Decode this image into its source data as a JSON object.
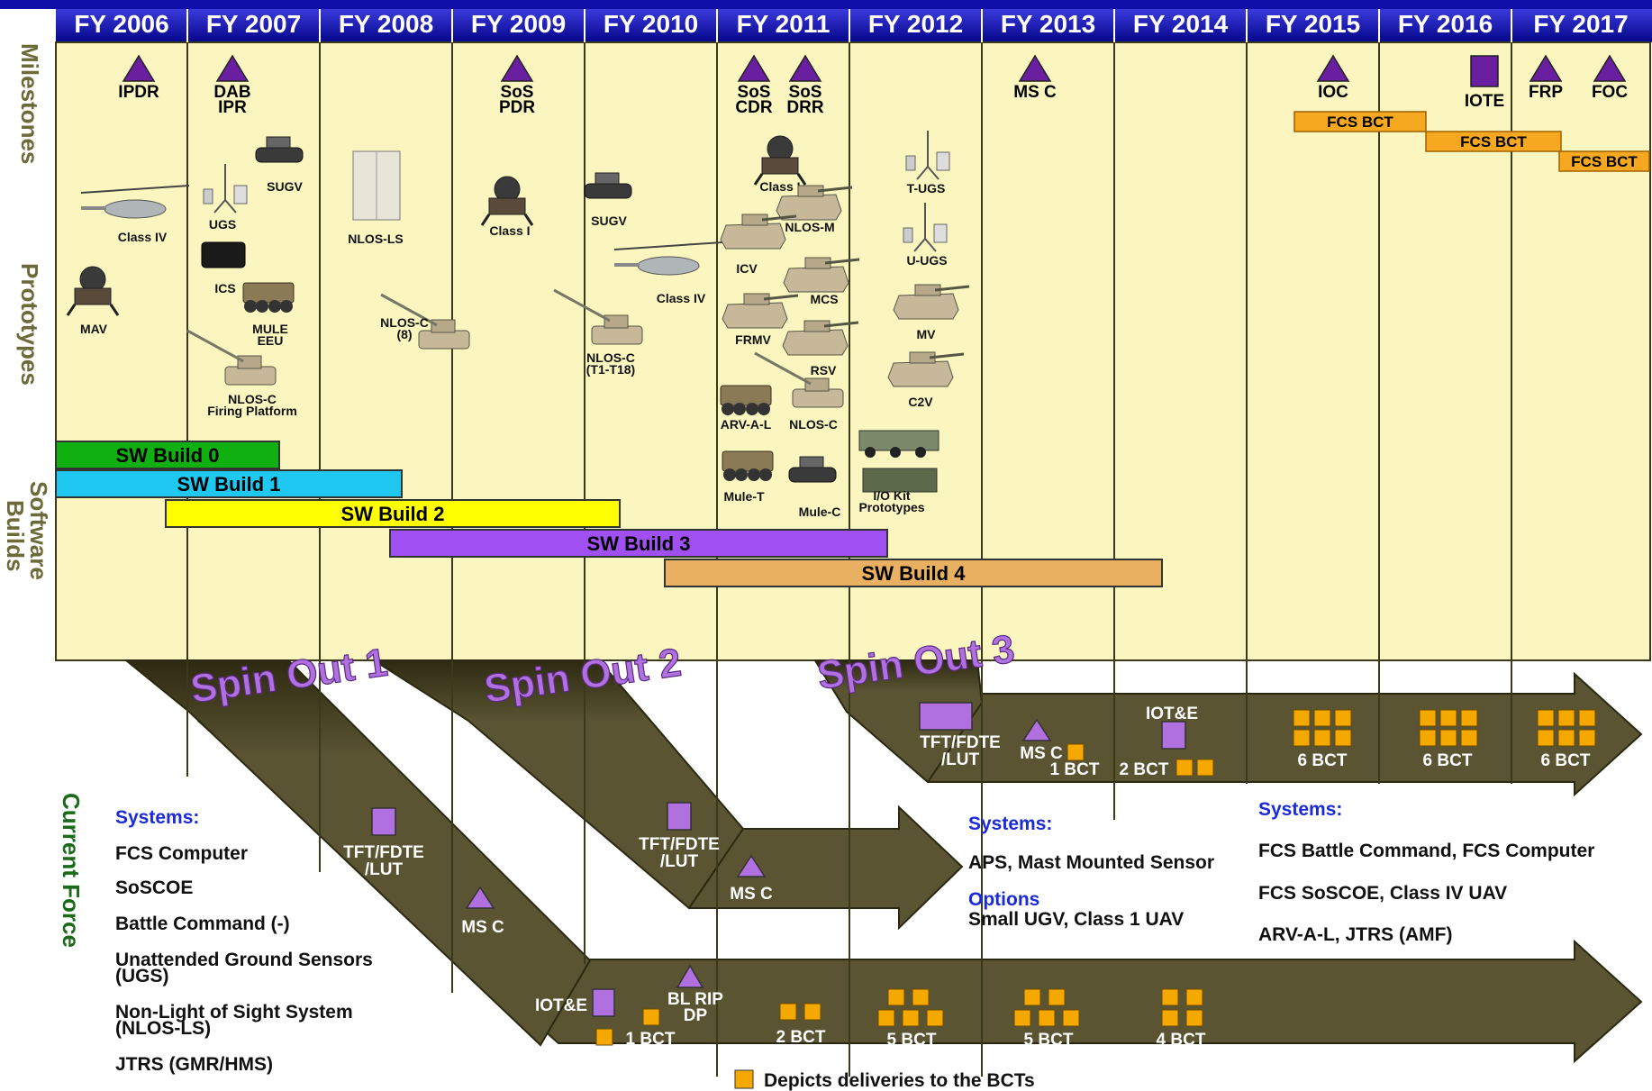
{
  "years": [
    "FY 2006",
    "FY 2007",
    "FY 2008",
    "FY 2009",
    "FY 2010",
    "FY 2011",
    "FY 2012",
    "FY 2013",
    "FY 2014",
    "FY 2015",
    "FY 2016",
    "FY 2017"
  ],
  "row_labels": {
    "milestones": "Milestones",
    "prototypes": "Prototypes",
    "software": "Software",
    "builds": "Builds",
    "current_force": "Current Force"
  },
  "milestones": [
    {
      "line1": "IPDR",
      "line2": "",
      "shape": "triangle"
    },
    {
      "line1": "DAB",
      "line2": "IPR",
      "shape": "triangle"
    },
    {
      "line1": "SoS",
      "line2": "PDR",
      "shape": "triangle"
    },
    {
      "line1": "SoS",
      "line2": "CDR",
      "shape": "triangle"
    },
    {
      "line1": "SoS",
      "line2": "DRR",
      "shape": "triangle"
    },
    {
      "line1": "MS C",
      "line2": "",
      "shape": "triangle"
    },
    {
      "line1": "IOC",
      "line2": "",
      "shape": "triangle"
    },
    {
      "line1": "IOTE",
      "line2": "",
      "shape": "square"
    },
    {
      "line1": "FRP",
      "line2": "",
      "shape": "triangle"
    },
    {
      "line1": "FOC",
      "line2": "",
      "shape": "triangle"
    }
  ],
  "fcs_bct_bars": [
    "FCS BCT",
    "FCS BCT",
    "FCS BCT"
  ],
  "prototypes": [
    {
      "line1": "Class IV",
      "line2": ""
    },
    {
      "line1": "MAV",
      "line2": ""
    },
    {
      "line1": "UGS",
      "line2": ""
    },
    {
      "line1": "SUGV",
      "line2": ""
    },
    {
      "line1": "ICS",
      "line2": ""
    },
    {
      "line1": "MULE",
      "line2": "EEU"
    },
    {
      "line1": "NLOS-C",
      "line2": "Firing Platform"
    },
    {
      "line1": "NLOS-LS",
      "line2": ""
    },
    {
      "line1": "NLOS-C",
      "line2": "(8)"
    },
    {
      "line1": "Class I",
      "line2": ""
    },
    {
      "line1": "SUGV",
      "line2": ""
    },
    {
      "line1": "Class IV",
      "line2": ""
    },
    {
      "line1": "NLOS-C",
      "line2": "(T1-T18)"
    },
    {
      "line1": "Class I",
      "line2": ""
    },
    {
      "line1": "NLOS-M",
      "line2": ""
    },
    {
      "line1": "ICV",
      "line2": ""
    },
    {
      "line1": "MCS",
      "line2": ""
    },
    {
      "line1": "FRMV",
      "line2": ""
    },
    {
      "line1": "RSV",
      "line2": ""
    },
    {
      "line1": "ARV-A-L",
      "line2": ""
    },
    {
      "line1": "NLOS-C",
      "line2": ""
    },
    {
      "line1": "Mule-T",
      "line2": ""
    },
    {
      "line1": "Mule-C",
      "line2": ""
    },
    {
      "line1": "T-UGS",
      "line2": ""
    },
    {
      "line1": "U-UGS",
      "line2": ""
    },
    {
      "line1": "MV",
      "line2": ""
    },
    {
      "line1": "C2V",
      "line2": ""
    },
    {
      "line1": "I/O Kit",
      "line2": "Prototypes"
    }
  ],
  "software_builds": [
    {
      "label": "SW Build 0",
      "color": "#0fb00f"
    },
    {
      "label": "SW Build 1",
      "color": "#1ec8f0"
    },
    {
      "label": "SW Build 2",
      "color": "#ffff00"
    },
    {
      "label": "SW Build 3",
      "color": "#a050f0"
    },
    {
      "label": "SW Build 4",
      "color": "#e8b060"
    }
  ],
  "spin_outs": [
    "Spin Out 1",
    "Spin Out 2",
    "Spin Out 3"
  ],
  "spinout_labels": {
    "so1_tft1": "TFT/FDTE",
    "so1_tft2": "/LUT",
    "so1_msc": "MS C",
    "so1_iote": "IOT&E",
    "so1_blrip1": "BL RIP",
    "so1_blrip2": "DP",
    "so2_tft1": "TFT/FDTE",
    "so2_tft2": "/LUT",
    "so2_msc": "MS C",
    "so3_tft1": "TFT/FDTE",
    "so3_tft2": "/LUT",
    "so3_msc": "MS C",
    "so3_iote": "IOT&E"
  },
  "bct_deliveries_lower": [
    "1 BCT",
    "2 BCT",
    "5 BCT",
    "5 BCT",
    "4 BCT"
  ],
  "bct_deliveries_upper": [
    "1 BCT",
    "2 BCT",
    "6 BCT",
    "6 BCT",
    "6 BCT"
  ],
  "systems_left": {
    "heading": "Systems:",
    "items": [
      "FCS Computer",
      "SoSCOE",
      "Battle Command (-)",
      "Unattended Ground Sensors",
      "(UGS)",
      "Non-Light of Sight System",
      "(NLOS-LS)",
      "JTRS (GMR/HMS)"
    ]
  },
  "systems_mid": {
    "heading": "Systems:",
    "items": [
      "APS, Mast Mounted Sensor"
    ],
    "options_heading": "Options",
    "options": [
      "Small UGV, Class 1 UAV"
    ]
  },
  "systems_right": {
    "heading": "Systems:",
    "items": [
      "FCS Battle Command,  FCS Computer",
      "FCS SoSCOE,  Class IV UAV",
      "ARV-A-L,  JTRS (AMF)"
    ]
  },
  "legend": "Depicts deliveries to the BCTs",
  "colors": {
    "header_blue": "#0a0a9a",
    "chart_bg": "#fbf6c0",
    "arrow_olive": "#5a5432",
    "milestone_purple": "#6a1fa0",
    "delivery_orange": "#f5a800",
    "fcs_bct_bar": "#f5a820",
    "system_blue": "#1a2ad8"
  }
}
